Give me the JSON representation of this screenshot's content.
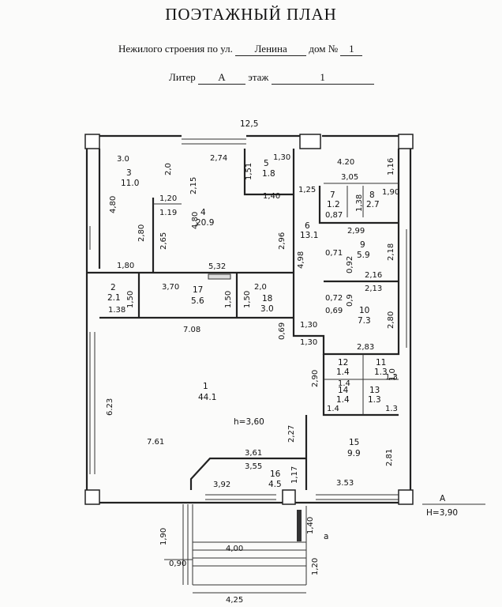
{
  "header": {
    "title": "ПОЭТАЖНЫЙ ПЛАН",
    "line1_prefix": "Нежилого строения по ул.",
    "street": "Ленина",
    "house_label": "дом №",
    "house_number": "1",
    "liter_label": "Литер",
    "liter_value": "А",
    "floor_label": "этаж",
    "floor_value": "1"
  },
  "plan": {
    "overall_width": "12,5",
    "marker_a": "А",
    "marker_h": "Н=3,90",
    "marker_a_small": "а",
    "height_label": "h=3,60",
    "rooms": [
      {
        "num": "1",
        "area": "44.1"
      },
      {
        "num": "2",
        "area": "2.1"
      },
      {
        "num": "3",
        "area": "11.0"
      },
      {
        "num": "4",
        "area": "20.9"
      },
      {
        "num": "5",
        "area": "1.8"
      },
      {
        "num": "6",
        "area": "13.1"
      },
      {
        "num": "7",
        "area": "1.2"
      },
      {
        "num": "8",
        "area": "2.7"
      },
      {
        "num": "9",
        "area": "5.9"
      },
      {
        "num": "10",
        "area": "7.3"
      },
      {
        "num": "11",
        "area": "1.3"
      },
      {
        "num": "12",
        "area": "1.4"
      },
      {
        "num": "13",
        "area": "1.3"
      },
      {
        "num": "14",
        "area": "1.4"
      },
      {
        "num": "15",
        "area": "9.9"
      },
      {
        "num": "16",
        "area": "4.5"
      },
      {
        "num": "17",
        "area": "5.6"
      },
      {
        "num": "18",
        "area": "3.0"
      }
    ],
    "dims": {
      "d3_0": "3.0",
      "d4_80a": "4,80",
      "d2_0a": "2,0",
      "d2_15": "2,15",
      "d2_74": "2,74",
      "d1_51": "1,51",
      "d1_30a": "1,30",
      "d1_40": "1,40",
      "d4_20": "4.20",
      "d1_16": "1,16",
      "d3_05": "3,05",
      "d1_25": "1,25",
      "d1_38": "1,38",
      "d1_90a": "1,90",
      "d0_87": "0,87",
      "d1_20a": "1,20",
      "d1_19": "1.19",
      "d4_80b": "4,80",
      "d2_80a": "2,80",
      "d2_65": "2,65",
      "d2_96": "2,96",
      "d2_99": "2,99",
      "d4_98": "4,98",
      "d2_18": "2,18",
      "d0_71": "0,71",
      "d0_92": "0,92",
      "d2_16": "2,16",
      "d1_80": "1,80",
      "d5_32": "5,32",
      "d3_70": "3,70",
      "d1_50a": "1,50",
      "d1_50b": "1,50",
      "d2_0b": "2,0",
      "d1_50c": "1,50",
      "d1_38b": "1.38",
      "d0_72": "0,72",
      "d0_9": "0,9",
      "d0_69a": "0,69",
      "d2_13": "2,13",
      "d7_08": "7.08",
      "d0_69b": "0,69",
      "d1_30b": "1,30",
      "d1_30c": "1,30",
      "d2_80b": "2,80",
      "d2_83": "2,83",
      "d2_90": "2,90",
      "d1_4a": "1.4",
      "d1_3a": "1.3",
      "d1_0": "1,0",
      "d1_4b": "1.4",
      "d1_3b": "1.3",
      "d6_23": "6.23",
      "d7_61": "7.61",
      "d2_27": "2,27",
      "d3_61": "3,61",
      "d3_55": "3,55",
      "d3_92": "3,92",
      "d1_17": "1,17",
      "d2_81": "2,81",
      "d3_53": "3.53",
      "d1_90b": "1,90",
      "d1_40b": "1,40",
      "d4_00": "4,00",
      "d0_90": "0,90",
      "d1_20b": "1,20",
      "d4_25": "4,25"
    }
  }
}
